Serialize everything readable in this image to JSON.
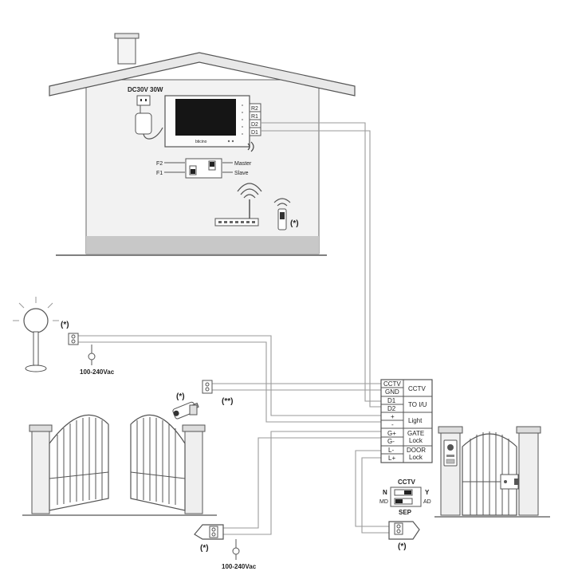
{
  "house": {
    "psu_label": "DC30V 30W",
    "monitor_brand": "bticino",
    "monitor_terminals": [
      "R2",
      "R1",
      "D2",
      "D1"
    ],
    "switch_f2": "F2",
    "switch_f1": "F1",
    "switch_master": "Master",
    "switch_slave": "Slave",
    "remote_note": "(*)"
  },
  "lamp": {
    "note": "(*)",
    "supply": "100-240Vac"
  },
  "camera": {
    "note": "(*)",
    "cable_note": "(**)"
  },
  "gate_motor": {
    "note": "(*)",
    "supply": "100-240Vac"
  },
  "door_lock": {
    "note": "(*)"
  },
  "terminal_block": {
    "rows": [
      {
        "left": [
          "CCTV",
          "GND"
        ],
        "right": "CCTV"
      },
      {
        "left": [
          "D1",
          "D2"
        ],
        "right": "TO I/U"
      },
      {
        "left": [
          "+",
          "-"
        ],
        "right": "Light"
      },
      {
        "left": [
          "G+",
          "G-"
        ],
        "right": "GATE Lock"
      },
      {
        "left": [
          "L-",
          "L+"
        ],
        "right": "DOOR Lock"
      }
    ]
  },
  "dip_switch": {
    "title": "CCTV",
    "left_top": "N",
    "left_bottom": "MD",
    "right_top": "Y",
    "right_bottom": "AD",
    "bottom": "SEP"
  },
  "colors": {
    "wire": "#9a9a9a",
    "wall": "#f2f2f2",
    "outline": "#555555",
    "floor": "#c8c8c8"
  }
}
